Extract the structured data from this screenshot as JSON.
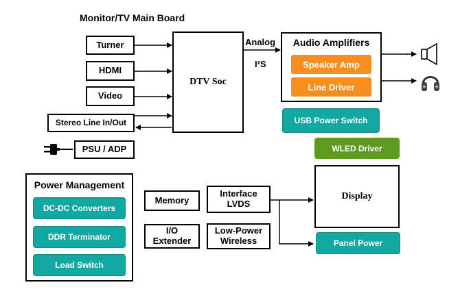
{
  "title": "Monitor/TV Main Board",
  "inputs": {
    "turner": "Turner",
    "hdmi": "HDMI",
    "video": "Video",
    "stereo": "Stereo Line In/Out",
    "psu": "PSU / ADP"
  },
  "soc": "DTV Soc",
  "links": {
    "analog": "Analog",
    "i2s": "I²S"
  },
  "audio": {
    "title": "Audio Amplifiers",
    "speaker_amp": "Speaker Amp",
    "line_driver": "Line Driver"
  },
  "usb_power_switch": "USB Power Switch",
  "wled_driver": "WLED Driver",
  "display": "Display",
  "panel_power": "Panel Power",
  "power_management": {
    "title": "Power Management",
    "dcdc": "DC-DC Converters",
    "ddr": "DDR Terminator",
    "load_switch": "Load Switch"
  },
  "memory": "Memory",
  "io_extender": {
    "line1": "I/O",
    "line2": "Extender"
  },
  "interface_lvds": {
    "line1": "Interface",
    "line2": "LVDS"
  },
  "low_power_wireless": {
    "line1": "Low-Power",
    "line2": "Wireless"
  },
  "icons": [
    "speaker-icon",
    "headphones-icon",
    "power-plug-icon"
  ]
}
